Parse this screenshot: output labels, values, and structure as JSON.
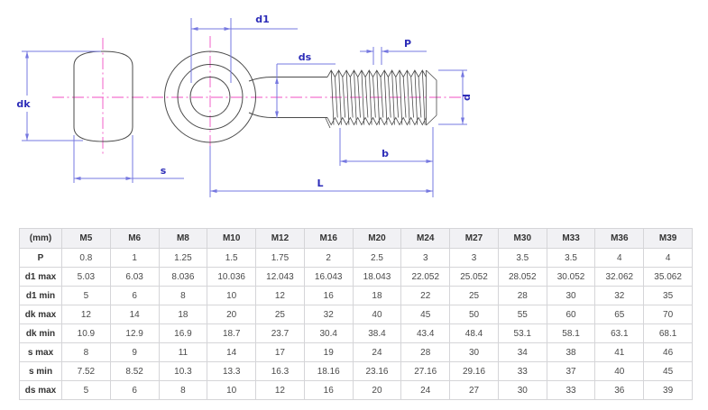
{
  "drawing": {
    "labels": {
      "dk": "dk",
      "s": "s",
      "d1": "d1",
      "ds": "ds",
      "p": "P",
      "d": "d",
      "b": "b",
      "l": "L"
    }
  },
  "colors": {
    "dim": "#2d2db8",
    "dimline": "#7678e0",
    "center": "#f04fc3",
    "outline": "#4a4a4a",
    "th-bg": "#f1f1f4",
    "border": "#d5d5d8"
  },
  "table": {
    "columns": [
      "(mm)",
      "M5",
      "M6",
      "M8",
      "M10",
      "M12",
      "M16",
      "M20",
      "M24",
      "M27",
      "M30",
      "M33",
      "M36",
      "M39"
    ],
    "rows": [
      {
        "label": "P",
        "values": [
          "0.8",
          "1",
          "1.25",
          "1.5",
          "1.75",
          "2",
          "2.5",
          "3",
          "3",
          "3.5",
          "3.5",
          "4",
          "4"
        ]
      },
      {
        "label": "d1 max",
        "values": [
          "5.03",
          "6.03",
          "8.036",
          "10.036",
          "12.043",
          "16.043",
          "18.043",
          "22.052",
          "25.052",
          "28.052",
          "30.052",
          "32.062",
          "35.062"
        ]
      },
      {
        "label": "d1 min",
        "values": [
          "5",
          "6",
          "8",
          "10",
          "12",
          "16",
          "18",
          "22",
          "25",
          "28",
          "30",
          "32",
          "35"
        ]
      },
      {
        "label": "dk max",
        "values": [
          "12",
          "14",
          "18",
          "20",
          "25",
          "32",
          "40",
          "45",
          "50",
          "55",
          "60",
          "65",
          "70"
        ]
      },
      {
        "label": "dk min",
        "values": [
          "10.9",
          "12.9",
          "16.9",
          "18.7",
          "23.7",
          "30.4",
          "38.4",
          "43.4",
          "48.4",
          "53.1",
          "58.1",
          "63.1",
          "68.1"
        ]
      },
      {
        "label": "s max",
        "values": [
          "8",
          "9",
          "11",
          "14",
          "17",
          "19",
          "24",
          "28",
          "30",
          "34",
          "38",
          "41",
          "46"
        ]
      },
      {
        "label": "s min",
        "values": [
          "7.52",
          "8.52",
          "10.3",
          "13.3",
          "16.3",
          "18.16",
          "23.16",
          "27.16",
          "29.16",
          "33",
          "37",
          "40",
          "45"
        ]
      },
      {
        "label": "ds max",
        "values": [
          "5",
          "6",
          "8",
          "10",
          "12",
          "16",
          "20",
          "24",
          "27",
          "30",
          "33",
          "36",
          "39"
        ]
      }
    ]
  }
}
